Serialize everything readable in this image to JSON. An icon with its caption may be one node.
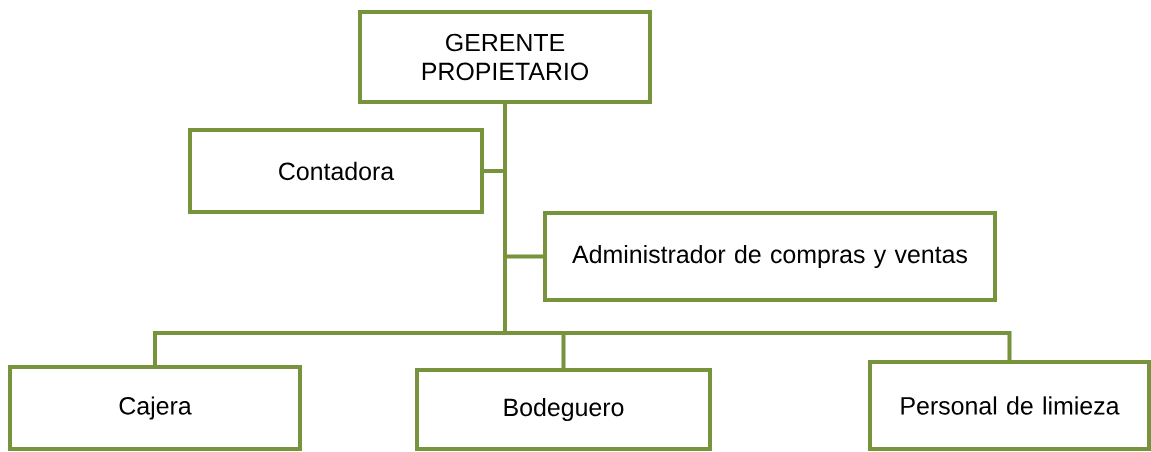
{
  "diagram": {
    "nodes": [
      {
        "text": [
          "GERENTE PROPIETARIO"
        ]
      },
      {
        "text": [
          "Contadora"
        ]
      },
      {
        "text": [
          "Administrador de compras y ventas"
        ]
      },
      {
        "text": [
          "Cajera"
        ]
      },
      {
        "text": [
          "Bodeguero"
        ]
      },
      {
        "text": [
          "Personal de limieza"
        ]
      }
    ],
    "edges": [
      {
        "from": 0,
        "to": 1,
        "arrow": "none"
      },
      {
        "from": 0,
        "to": 2,
        "arrow": "none"
      },
      {
        "from": 0,
        "to": 3,
        "arrow": "none"
      },
      {
        "from": 0,
        "to": 4,
        "arrow": "none"
      },
      {
        "from": 0,
        "to": 5,
        "arrow": "none"
      }
    ]
  }
}
